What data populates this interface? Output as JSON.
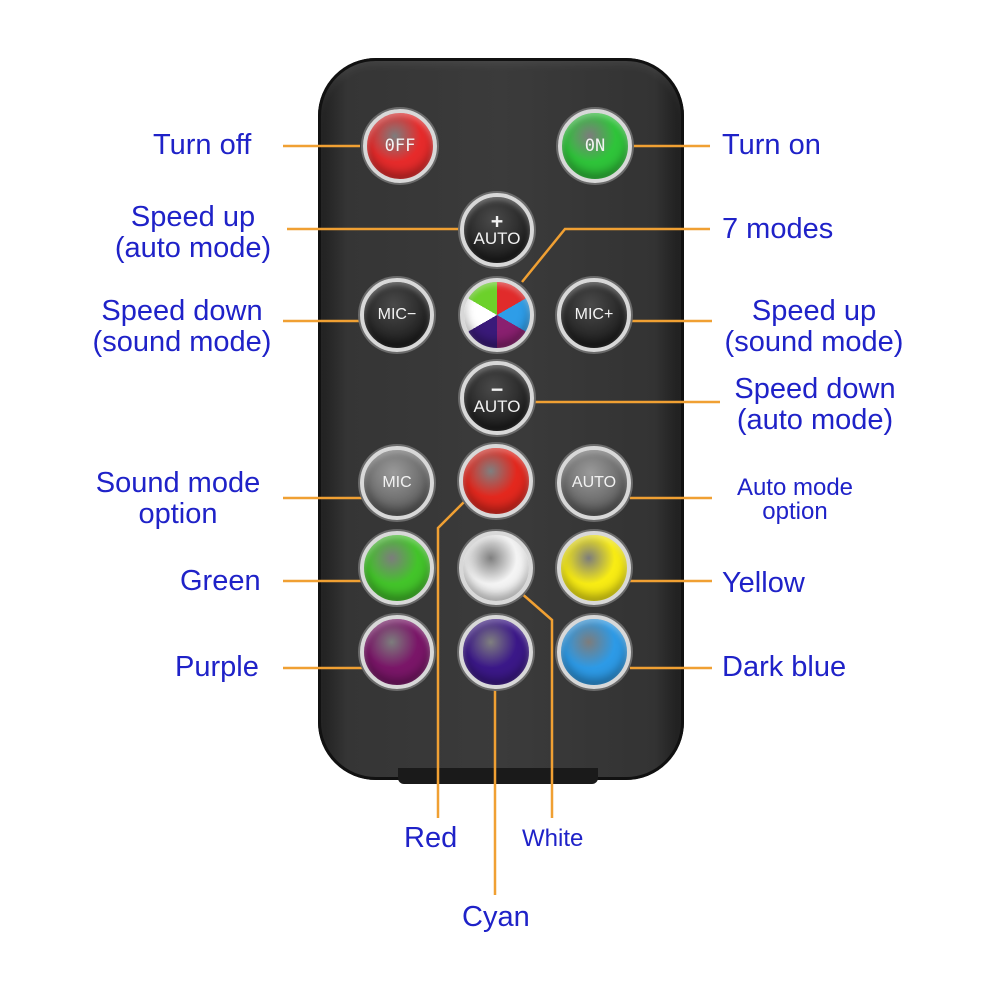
{
  "buttons": {
    "off": "0FF",
    "on": "0N",
    "speed_up_auto_sign": "+",
    "speed_up_auto_text": "AUTO",
    "speed_down_auto_sign": "−",
    "speed_down_auto_text": "AUTO",
    "mic_minus": "MIC−",
    "mic_plus": "MIC+",
    "mic": "MIC",
    "auto": "AUTO"
  },
  "colors": {
    "off": "#e62b2b",
    "on": "#2fc43a",
    "red": "#e3281e",
    "green": "#43c42a",
    "white": "#f4f4f4",
    "yellow": "#f8ec14",
    "purple": "#7a1668",
    "cyan": "#3b1888",
    "dark_blue": "#2d9ae6",
    "label": "#1f22c8",
    "leader": "#f0a033"
  },
  "labels": {
    "turn_off": "Turn off",
    "turn_on": "Turn on",
    "speed_up_auto_1": "Speed up",
    "speed_up_auto_2": "(auto mode)",
    "seven_modes": "7 modes",
    "speed_down_sound_1": "Speed down",
    "speed_down_sound_2": "(sound mode)",
    "speed_up_sound_1": "Speed up",
    "speed_up_sound_2": "(sound mode)",
    "speed_down_auto_1": "Speed down",
    "speed_down_auto_2": "(auto mode)",
    "sound_mode_1": "Sound mode",
    "sound_mode_2": "option",
    "auto_mode_1": "Auto mode",
    "auto_mode_2": "option",
    "green": "Green",
    "yellow": "Yellow",
    "purple": "Purple",
    "dark_blue": "Dark blue",
    "red": "Red",
    "white": "White",
    "cyan": "Cyan"
  }
}
